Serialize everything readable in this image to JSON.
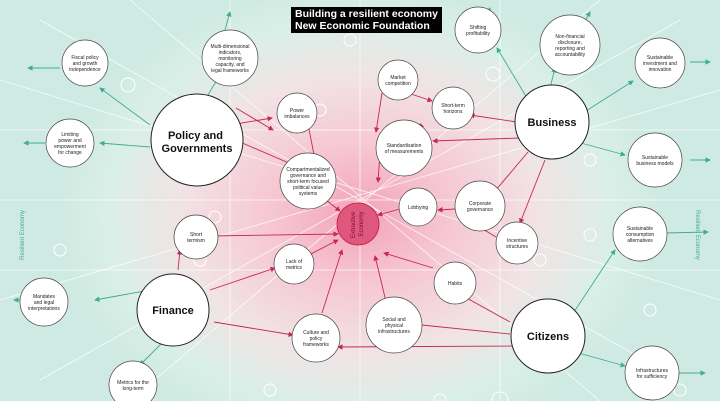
{
  "title": {
    "line1": "Building a resilient economy",
    "line2": "New Economic Foundation"
  },
  "side_labels": {
    "left": "Resilient Economy",
    "right": "Resilient Economy"
  },
  "center": [
    "Extractive",
    "Economy"
  ],
  "hubs": {
    "policy": [
      "Policy and",
      "Governments"
    ],
    "business": [
      "Business"
    ],
    "finance": [
      "Finance"
    ],
    "citizens": [
      "Citizens"
    ]
  },
  "nodes": {
    "fiscal": [
      "Fiscal policy",
      "and growth",
      "independence"
    ],
    "multidim": [
      "Multi-dimensional",
      "indicators,",
      "monitoring",
      "capacity, and",
      "legal frameworks"
    ],
    "limiting": [
      "Limiting",
      "power and",
      "empowerment",
      "for change"
    ],
    "power_imbalances": [
      "Power",
      "imbalances"
    ],
    "compartment": [
      "Compartmentalized",
      "governance and",
      "short-term focused",
      "political value",
      "systems"
    ],
    "market_comp": [
      "Market",
      "competition"
    ],
    "short_term_horizons": [
      "Short-term",
      "horizons"
    ],
    "standard": [
      "Standardisation",
      "of measurements"
    ],
    "shifting": [
      "Shifting",
      "profitability"
    ],
    "nonfin": [
      "Non-financial",
      "disclosure,",
      "reporting and",
      "accountability"
    ],
    "sust_invest": [
      "Sustainable",
      "investment and",
      "innovation"
    ],
    "sust_models": [
      "Sustainable",
      "business models"
    ],
    "corporate": [
      "Corporate",
      "governance"
    ],
    "lobbying": [
      "Lobbying"
    ],
    "incentive": [
      "Incentive",
      "structures"
    ],
    "short_termism": [
      "Short",
      "termism"
    ],
    "lack_metrics": [
      "Lack of",
      "metrics"
    ],
    "habits": [
      "Habits"
    ],
    "social": [
      "Social and",
      "physical",
      "infrastructures"
    ],
    "culture": [
      "Culture and",
      "policy",
      "frameworks"
    ],
    "mandates": [
      "Mandates",
      "and legal",
      "interpretations"
    ],
    "metrics_long": [
      "Metrics for the",
      "long-term"
    ],
    "sust_consumption": [
      "Sustainable",
      "consumption",
      "alternatives"
    ],
    "infra_suff": [
      "Infrastructures",
      "for sufficiency"
    ]
  },
  "colors": {
    "arrow_red": "#c8284f",
    "arrow_green": "#3fae8a",
    "center_fill": "#e0577d"
  }
}
